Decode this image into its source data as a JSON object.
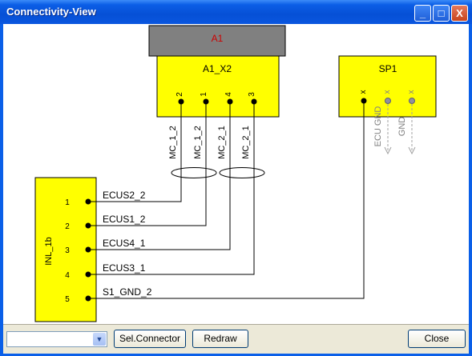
{
  "window": {
    "title": "Connectivity-View"
  },
  "title_buttons": {
    "minimize": "_",
    "maximize": "□",
    "close": "X"
  },
  "diagram": {
    "connector_top": {
      "label": "A1",
      "sub_label": "A1_X2",
      "pins": [
        "2",
        "1",
        "4",
        "3"
      ]
    },
    "connector_right": {
      "label": "SP1",
      "pins": [
        "x",
        "x",
        "x"
      ],
      "pin_labels": [
        "ECU GND",
        "GND"
      ]
    },
    "connector_left": {
      "label": "INL_1b",
      "pins": [
        "1",
        "2",
        "3",
        "4",
        "5"
      ]
    },
    "wire_labels_vertical": [
      "MC_1_2",
      "MC_1_2",
      "MC_2_1",
      "MC_2_1"
    ],
    "wire_labels_horizontal": [
      "ECUS2_2",
      "ECUS1_2",
      "ECUS4_1",
      "ECUS3_1",
      "S1_GND_2"
    ]
  },
  "toolbar": {
    "combo_value": "",
    "sel_connector_label": "Sel.Connector",
    "redraw_label": "Redraw",
    "close_label": "Close"
  },
  "colors": {
    "connector_fill": "#ffff00",
    "header_fill": "#808080",
    "header_text": "#cc0000",
    "title_bar": "#0a5fe8"
  }
}
